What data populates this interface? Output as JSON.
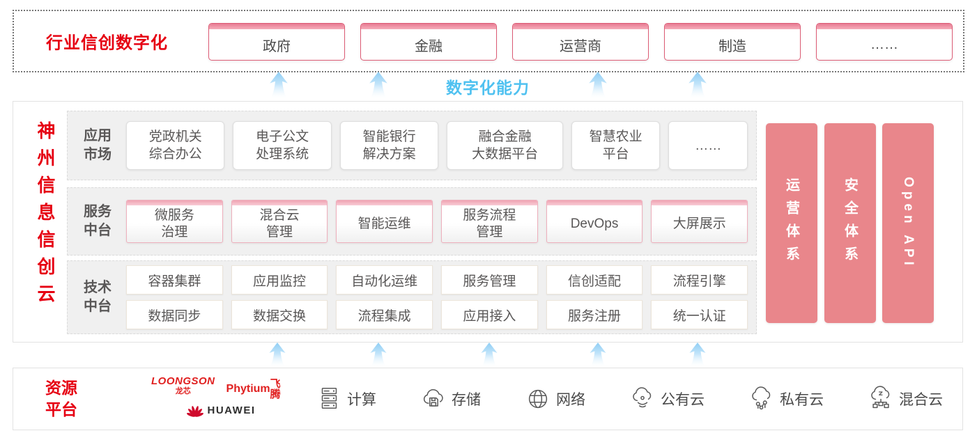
{
  "colors": {
    "brand_red": "#e60012",
    "industry_border_red": "#dc5b74",
    "pillar_pink": "#e9868b",
    "sky_blue": "#4fc1f0",
    "panel_gray": "#f0f0f0"
  },
  "top_banner": {
    "label": "行业信创数字化",
    "industries": [
      "政府",
      "金融",
      "运营商",
      "制造",
      "……"
    ]
  },
  "capability": {
    "label": "数字化能力"
  },
  "platform": {
    "title": "神州信息信创云",
    "rows": [
      {
        "label": "应用\n市场",
        "items": [
          "党政机关\n综合办公",
          "电子公文\n处理系统",
          "智能银行\n解决方案",
          "融合金融\n大数据平台",
          "智慧农业\n平台",
          "……"
        ]
      },
      {
        "label": "服务\n中台",
        "items": [
          "微服务\n治理",
          "混合云\n管理",
          "智能运维",
          "服务流程\n管理",
          "DevOps",
          "大屏展示"
        ]
      },
      {
        "label": "技术\n中台",
        "items_top": [
          "容器集群",
          "应用监控",
          "自动化运维",
          "服务管理",
          "信创适配",
          "流程引擎"
        ],
        "items_bottom": [
          "数据同步",
          "数据交换",
          "流程集成",
          "应用接入",
          "服务注册",
          "统一认证"
        ]
      }
    ],
    "pillars": [
      "运营体系",
      "安全体系",
      "Open API"
    ]
  },
  "resources": {
    "label": "资源\n平台",
    "vendors": {
      "loongson": "LOONGSON",
      "loongson_cn": "龙芯",
      "phytium": "Phytium",
      "phytium_cn": "飞腾",
      "huawei": "HUAWEI"
    },
    "items": [
      {
        "icon": "server-icon",
        "label": "计算"
      },
      {
        "icon": "storage-cloud-icon",
        "label": "存储"
      },
      {
        "icon": "network-globe-icon",
        "label": "网络"
      },
      {
        "icon": "public-cloud-icon",
        "label": "公有云"
      },
      {
        "icon": "private-cloud-icon",
        "label": "私有云"
      },
      {
        "icon": "hybrid-cloud-icon",
        "label": "混合云"
      }
    ]
  }
}
